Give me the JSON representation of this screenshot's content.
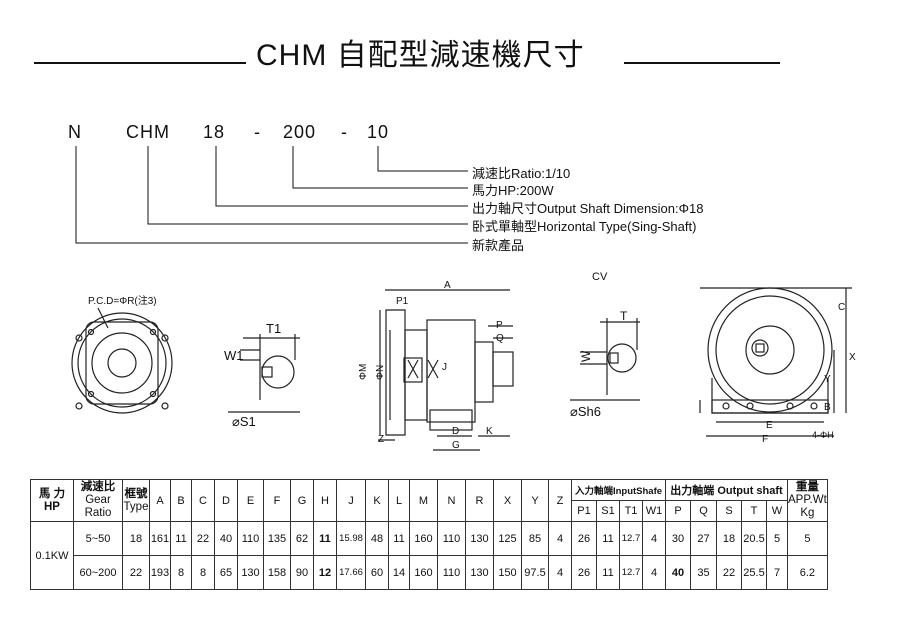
{
  "title": "CHM 自配型減速機尺寸",
  "model_code": [
    "N",
    "CHM",
    "18",
    "-",
    "200",
    "-",
    "10"
  ],
  "legend": [
    "減速比Ratio:1/10",
    "馬力HP:200W",
    "出力軸尺寸Output Shaft Dimension:Φ18",
    "卧式單軸型Horizontal Type(Sing-Shaft)",
    "新款產品"
  ],
  "drawing_labels": {
    "pcd": "P.C.D=ΦR(注3)",
    "t1": "T1",
    "w1": "W1",
    "s1": "⌀S1",
    "a": "A",
    "p1": "P1",
    "p": "P",
    "q": "Q",
    "j": "J",
    "m": "ΦM",
    "n": "ΦN",
    "z": "Z",
    "d": "D",
    "k": "K",
    "g": "G",
    "cv": "CV",
    "t": "T",
    "w": "W",
    "sh6": "⌀Sh6",
    "c": "C",
    "x": "X",
    "y": "Y",
    "b": "B",
    "e": "E",
    "f": "F",
    "h": "4-ΦH"
  },
  "table": {
    "headers": {
      "hp": [
        "馬 力",
        "HP"
      ],
      "ratio": [
        "減速比",
        "Gear",
        "Ratio"
      ],
      "frame": [
        "框號",
        "Type"
      ],
      "dims": [
        "A",
        "B",
        "C",
        "D",
        "E",
        "F",
        "G",
        "H",
        "J",
        "K",
        "L",
        "M",
        "N",
        "R",
        "X",
        "Y",
        "Z"
      ],
      "input_group": "入力軸端InputShafe",
      "input_cols": [
        "P1",
        "S1",
        "T1",
        "W1"
      ],
      "output_group": "出力軸端 Output shaft",
      "output_cols": [
        "P",
        "Q",
        "S",
        "T",
        "W"
      ],
      "weight": [
        "重量",
        "APP.Wt",
        "Kg"
      ]
    },
    "hp_value": "0.1KW",
    "rows": [
      {
        "ratio": "5~50",
        "frame": "18",
        "dims": [
          "161",
          "11",
          "22",
          "40",
          "110",
          "135",
          "62",
          "11",
          "15.98",
          "48",
          "11",
          "160",
          "110",
          "130",
          "125",
          "85",
          "4"
        ],
        "input": [
          "26",
          "11",
          "12.7",
          "4"
        ],
        "output": [
          "30",
          "27",
          "18",
          "20.5",
          "5"
        ],
        "weight": "5"
      },
      {
        "ratio": "60~200",
        "frame": "22",
        "dims": [
          "193",
          "8",
          "8",
          "65",
          "130",
          "158",
          "90",
          "12",
          "17.66",
          "60",
          "14",
          "160",
          "110",
          "130",
          "150",
          "97.5",
          "4"
        ],
        "input": [
          "26",
          "11",
          "12.7",
          "4"
        ],
        "output": [
          "40",
          "35",
          "22",
          "25.5",
          "7"
        ],
        "weight": "6.2"
      }
    ]
  }
}
